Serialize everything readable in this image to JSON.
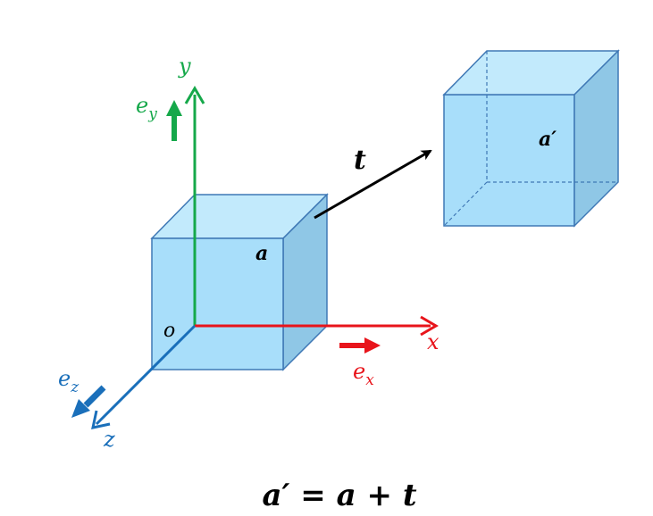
{
  "colors": {
    "x_axis": "#e8141b",
    "y_axis": "#15a84a",
    "z_axis": "#1a6fba",
    "cube_front": "#a8defa",
    "cube_top": "#c2eafc",
    "cube_side": "#8fc7e6",
    "cube_edge": "#3f78b5",
    "translation_arrow": "#000000"
  },
  "axes": {
    "x_label": "x",
    "y_label": "y",
    "z_label": "z",
    "origin_label": "o",
    "ex_base": "e",
    "ex_sub": "x",
    "ey_base": "e",
    "ey_sub": "y",
    "ez_base": "e",
    "ez_sub": "z"
  },
  "objects": {
    "original_label": "a",
    "translated_label": "a′",
    "translation_label": "t"
  },
  "equation": "a′ = a + t"
}
